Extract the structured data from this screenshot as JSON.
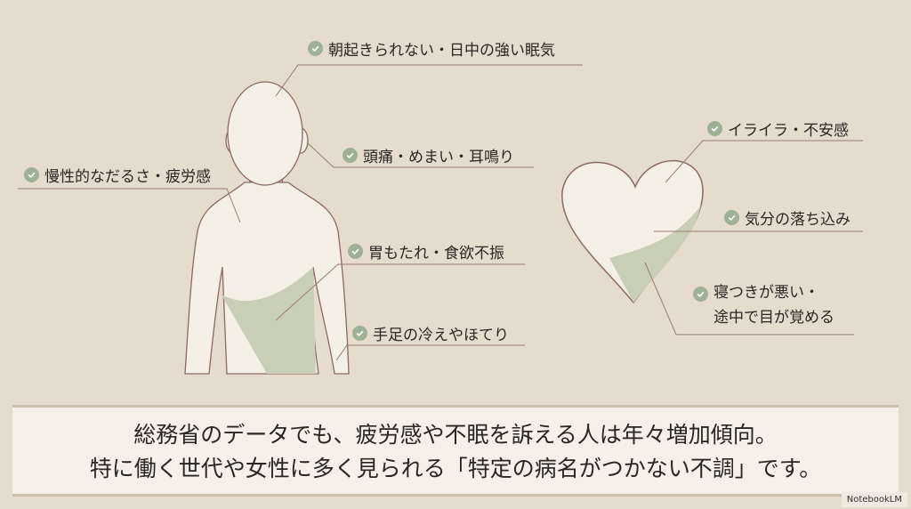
{
  "symptoms_body": [
    {
      "label": "朝起きられない・日中の強い眠気"
    },
    {
      "label": "頭痛・めまい・耳鳴り"
    },
    {
      "label": "慢性的なだるさ・疲労感"
    },
    {
      "label": "胃もたれ・食欲不振"
    },
    {
      "label": "手足の冷えやほてり"
    }
  ],
  "symptoms_mind": [
    {
      "label": "イライラ・不安感"
    },
    {
      "label": "気分の落ち込み"
    },
    {
      "label": "寝つきが悪い・",
      "label2": "途中で目が覚める"
    }
  ],
  "caption": {
    "line1": "総務省のデータでも、疲労感や不眠を訴える人は年々増加傾向。",
    "line2": "特に働く世代や女性に多く見られる「特定の病名がつかない不調」です。"
  },
  "brand": "NotebookLM",
  "colors": {
    "background": "#e6dccd",
    "check": "#9fb094",
    "line": "#9b7c70",
    "figure": "#f5f0e6"
  }
}
